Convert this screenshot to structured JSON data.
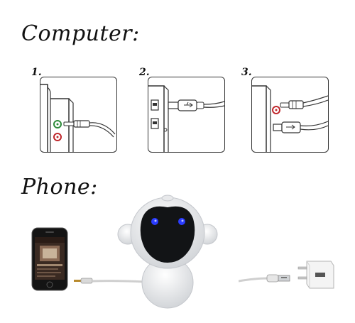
{
  "headings": {
    "computer": "Computer:",
    "phone": "Phone:"
  },
  "steps": [
    {
      "number": "1.",
      "icon": "audio-jack-plug-icon"
    },
    {
      "number": "2.",
      "icon": "usb-plug-icon"
    },
    {
      "number": "3.",
      "icon": "audio-and-usb-plug-icon"
    }
  ],
  "phone_section": {
    "items": [
      "smartphone-image",
      "audio-cable-image",
      "robot-speaker-image",
      "usb-cable-image",
      "wall-charger-image"
    ]
  },
  "colors": {
    "jack_green": "#2e8b3a",
    "jack_red": "#c0282d",
    "robot_eye": "#2a3cff"
  }
}
